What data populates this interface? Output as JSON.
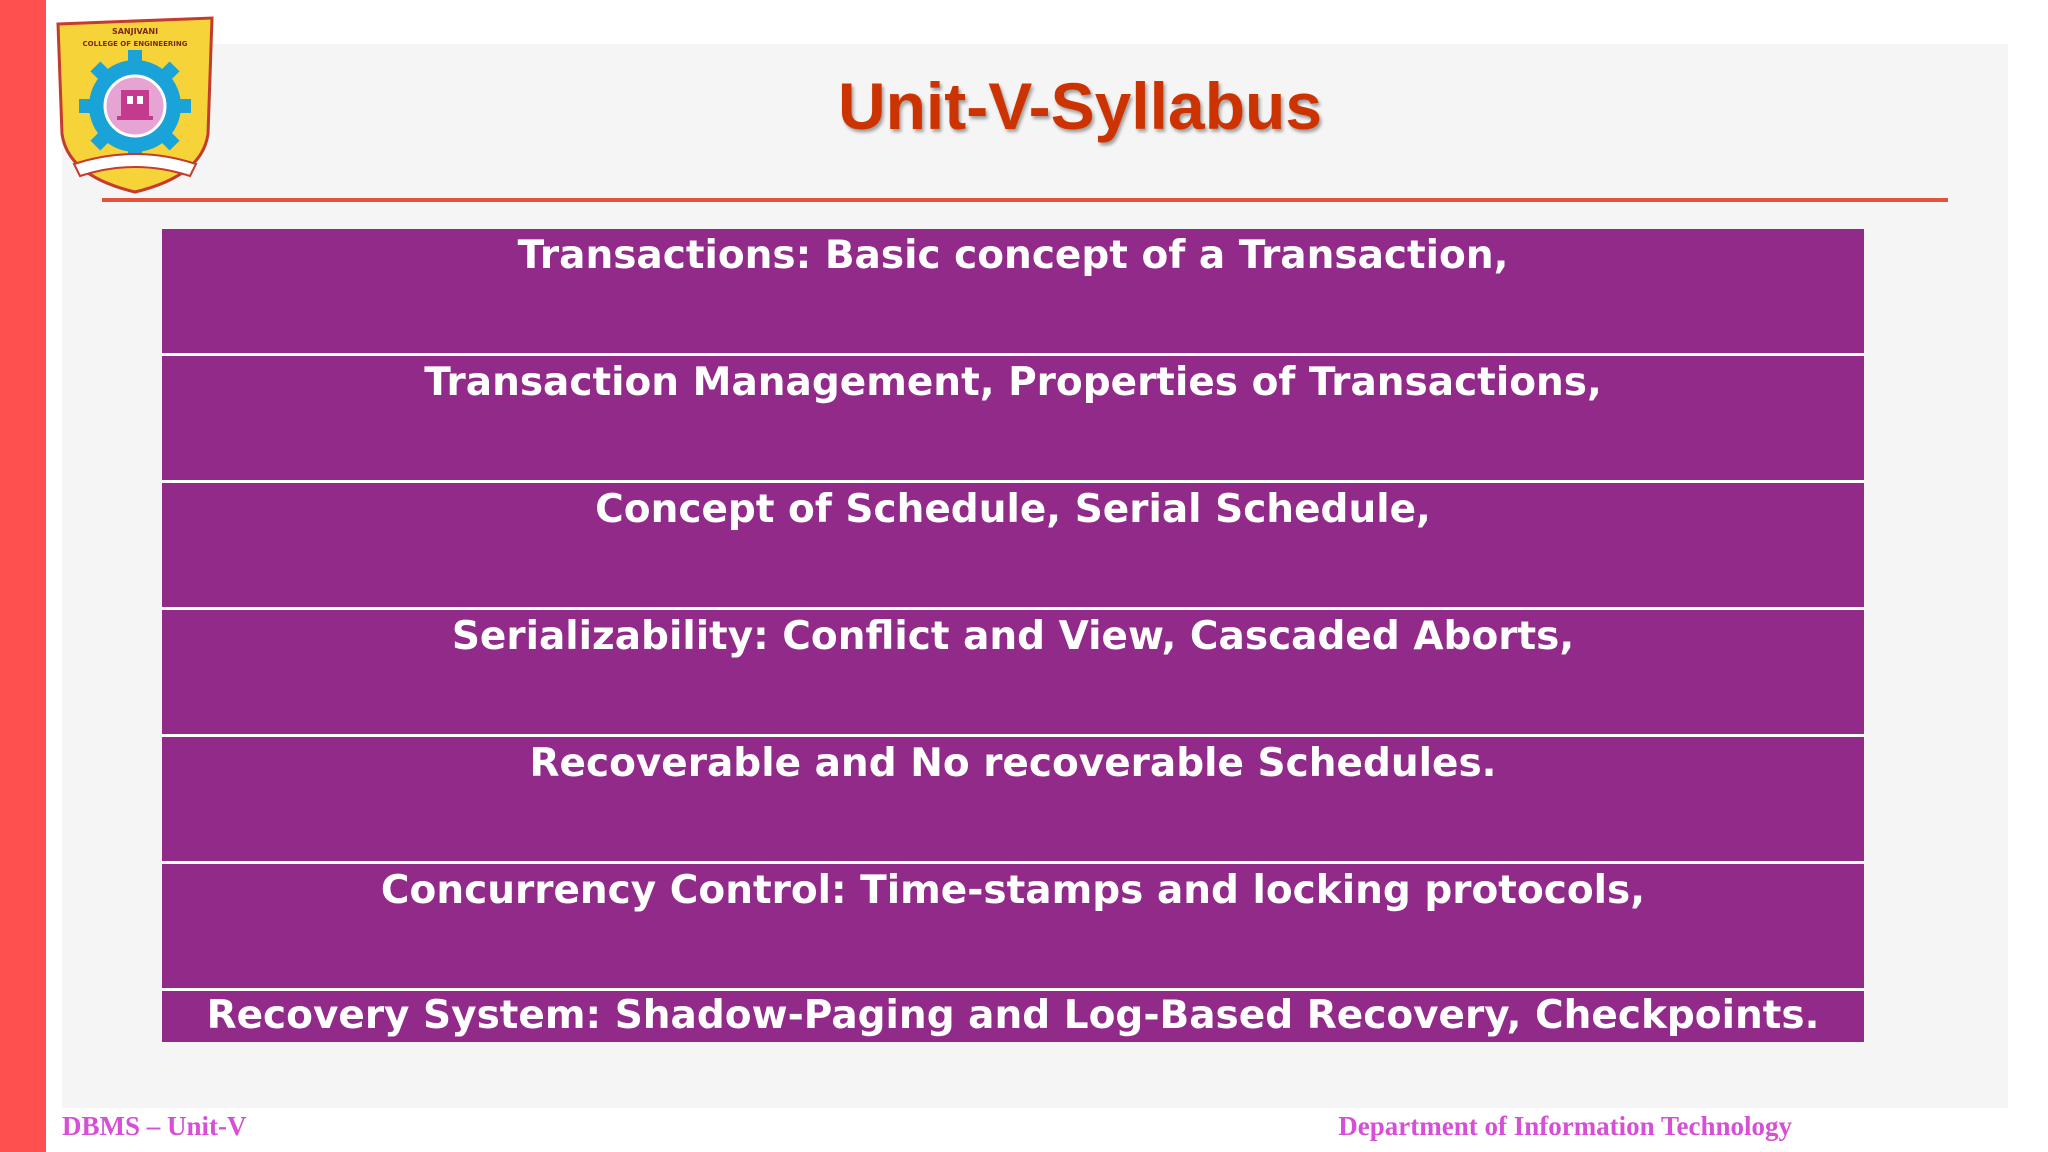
{
  "slide": {
    "title": "Unit-V-Syllabus",
    "logo": {
      "name": "SANJIVANI",
      "subtitle": "COLLEGE OF ENGINEERING"
    },
    "topics": [
      "Transactions: Basic concept of a Transaction,",
      "Transaction Management, Properties of Transactions,",
      "Concept of Schedule, Serial Schedule,",
      "Serializability: Conflict and View, Cascaded Aborts,",
      "Recoverable and No recoverable Schedules.",
      "Concurrency Control: Time-stamps and locking protocols,",
      "Recovery System: Shadow-Paging and Log-Based Recovery, Checkpoints."
    ],
    "footer": {
      "left": "DBMS – Unit-V",
      "right": "Department of Information Technology"
    }
  },
  "colors": {
    "accent_bar": "#fe504f",
    "title": "#cc3300",
    "table_row": "#922a8a",
    "footer_text": "#d64fd6"
  }
}
